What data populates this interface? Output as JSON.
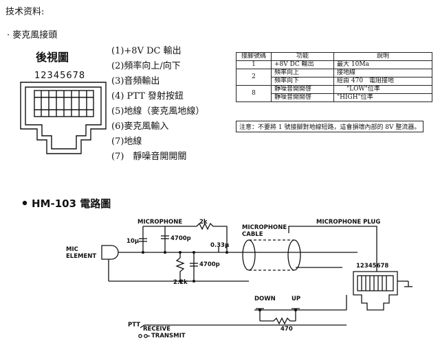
{
  "section_title": "技术资料:",
  "subsection_title": "· 麥克風接頭",
  "back_view_title": "後視圖",
  "pin_numbers": "12345678",
  "pin_functions": [
    "(1)+8V DC 輸出",
    "(2)頻率向上/向下",
    "(3)音頻輸出",
    "(4) PTT 發射按鈕",
    "(5)地線（麥克風地線）",
    "(6)麥克風輸入",
    "(7)地線",
    "(7)　靜噪音開開關"
  ],
  "pin_table": {
    "headers": [
      "接腳號碼",
      "功能",
      "說明"
    ],
    "rows": [
      {
        "pin": "1",
        "function": "+8V DC 輸出",
        "desc": "最大 10Ma"
      },
      {
        "pin": "2",
        "function": "頻率向上",
        "desc": "接地線"
      },
      {
        "pin": "",
        "function": "頻率向下",
        "desc": "經由 470　電阻接地"
      },
      {
        "pin": "8",
        "function": "靜噪音開開啓",
        "desc": "\"LOW\"位準"
      },
      {
        "pin": "",
        "function": "靜噪音開開啓",
        "desc": "\"HIGH\"位準"
      }
    ]
  },
  "note": "注意：不要將 1 號接腳對地線短路，這會損壞內部的 8V 整流器。",
  "hm_title": "HM-103 電路圖",
  "circuit": {
    "microphone": "MICROPHONE",
    "r_2k": "2k",
    "mic_cable": [
      "MICROPHONE",
      "CABLE"
    ],
    "mic_plug": "MICROPHONE PLUG",
    "mic_element": [
      "MIC",
      "ELEMENT"
    ],
    "c_10u": "10μ",
    "c_4700_a": "4700p",
    "c_033": "0.33μ",
    "c_4700_b": "4700p",
    "r_22k": "2.2k",
    "plug_pins": "12345678",
    "down": "DOWN",
    "up": "UP",
    "r_470": "470",
    "ptt": "PTT",
    "receive": "RECEIVE",
    "transmit": "TRANSMIT"
  }
}
